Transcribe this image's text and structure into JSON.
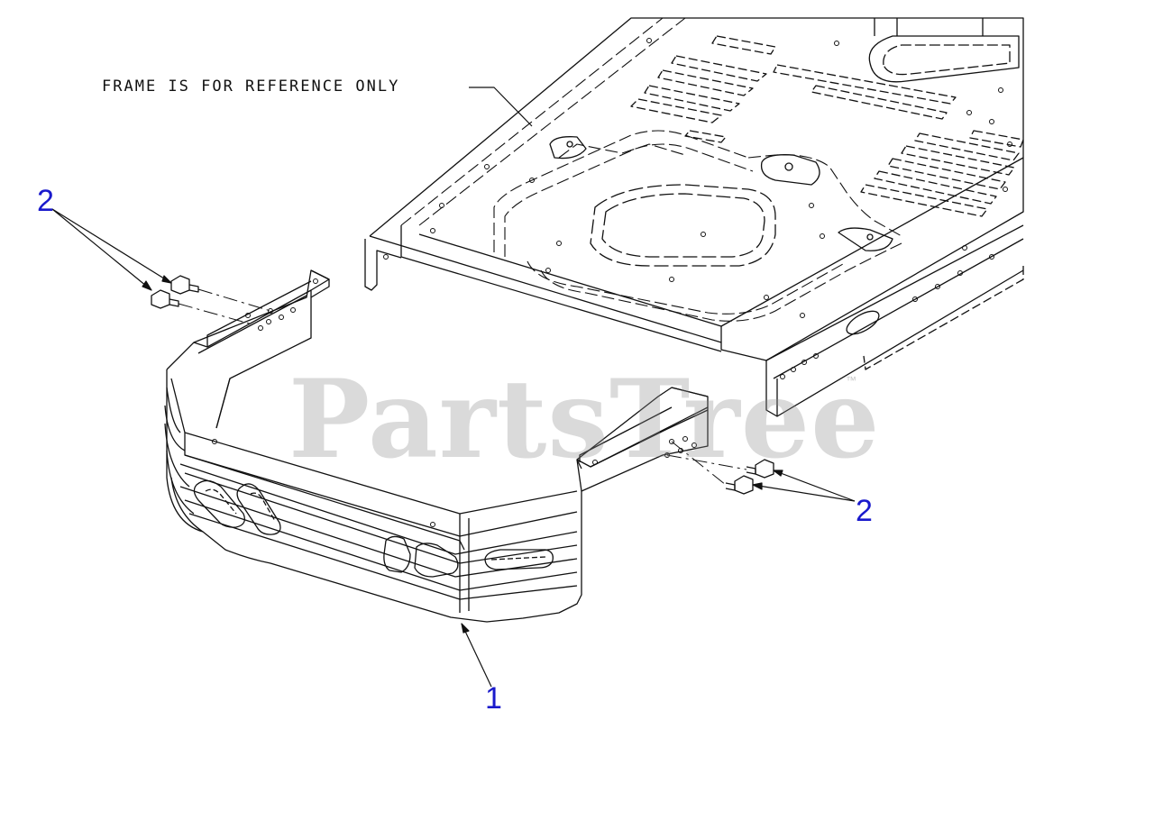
{
  "diagram": {
    "frame_note": "FRAME IS FOR REFERENCE ONLY",
    "callouts": {
      "part_1": "1",
      "part_2_left": "2",
      "part_2_right": "2"
    },
    "watermark": "PartsTree",
    "trademark": "™",
    "colors": {
      "line": "#111111",
      "callout": "#1a1acc",
      "watermark": "#8c8c8c"
    }
  }
}
